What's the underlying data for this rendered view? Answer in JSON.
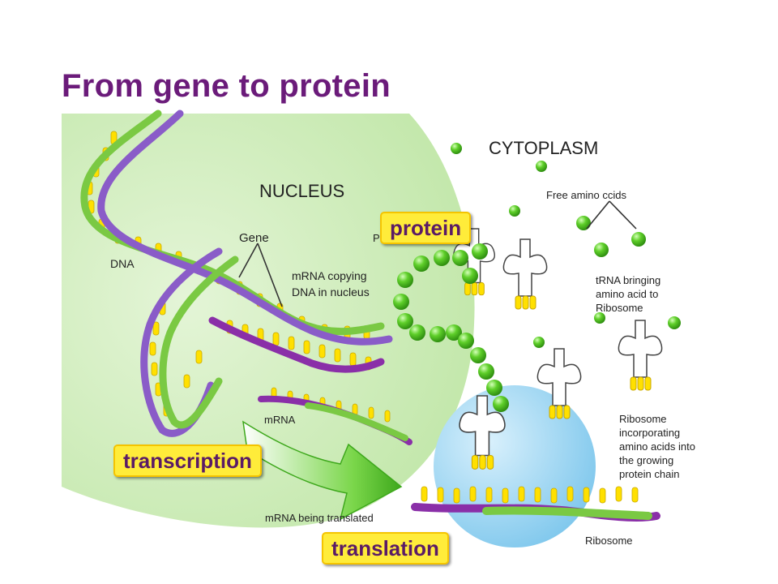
{
  "title": "From gene to protein",
  "labels": {
    "cytoplasm": "CYTOPLASM",
    "nucleus": "NUCLEUS",
    "gene": "Gene",
    "dna": "DNA",
    "mrna_copying": [
      "mRNA copying",
      "DNA in nucleus"
    ],
    "free_amino": "Free amino ccids",
    "trna": [
      "tRNA bringing",
      "amino acid to",
      "Ribosome"
    ],
    "mrna": "mRNA",
    "ribosome_text": [
      "Ribosome",
      "incorporating",
      "amino acids into",
      "the growing",
      "protein chain"
    ],
    "mrna_translated": "mRNA being translated",
    "ribosome": "Ribosome",
    "partial_p": "P"
  },
  "callouts": {
    "protein": "protein",
    "transcription": "transcription",
    "translation": "translation"
  },
  "colors": {
    "title": "#6b1b7a",
    "callout_bg": "#ffec3a",
    "callout_text": "#5a1b66",
    "nucleus": "#d6f0c4",
    "dna_purple": "#8a5cc8",
    "dna_green": "#7ac943",
    "base_yellow": "#ffe000",
    "amino_green": "#4dbf1f",
    "ribosome_blue": "#a9dcf5"
  }
}
